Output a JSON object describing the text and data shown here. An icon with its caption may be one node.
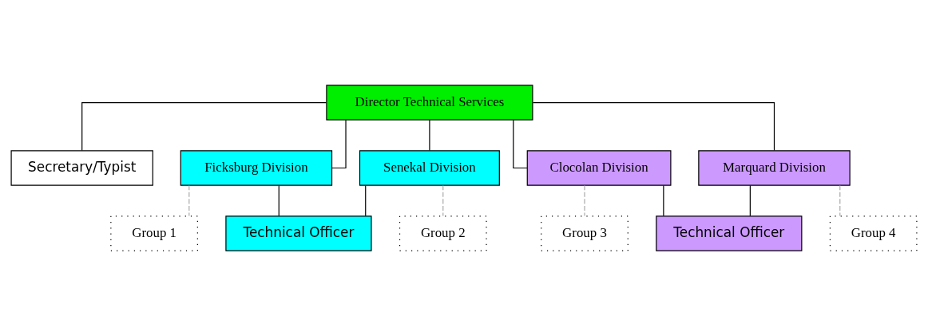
{
  "diagram": {
    "nodes": [
      {
        "text": [
          "Director Technical Services"
        ]
      },
      {
        "text": [
          "Secretary/Typist"
        ]
      },
      {
        "text": [
          "Ficksburg Division"
        ]
      },
      {
        "text": [
          "Senekal Division"
        ]
      },
      {
        "text": [
          "Clocolan Division"
        ]
      },
      {
        "text": [
          "Marquard Division"
        ]
      },
      {
        "text": [
          "Technical Officer"
        ]
      },
      {
        "text": [
          "Technical Officer"
        ]
      },
      {
        "text": [
          "Group 1"
        ]
      },
      {
        "text": [
          "Group 2"
        ]
      },
      {
        "text": [
          "Group 3"
        ]
      },
      {
        "text": [
          "Group 4"
        ]
      }
    ],
    "edges": [
      {
        "from": 0,
        "to": 1,
        "arrow": "none"
      },
      {
        "from": 0,
        "to": 2,
        "arrow": "none"
      },
      {
        "from": 0,
        "to": 3,
        "arrow": "none"
      },
      {
        "from": 0,
        "to": 4,
        "arrow": "none"
      },
      {
        "from": 0,
        "to": 5,
        "arrow": "none"
      },
      {
        "from": 2,
        "to": 6,
        "arrow": "none"
      },
      {
        "from": 3,
        "to": 6,
        "arrow": "none"
      },
      {
        "from": 4,
        "to": 7,
        "arrow": "none"
      },
      {
        "from": 5,
        "to": 7,
        "arrow": "none"
      },
      {
        "from": 2,
        "to": 8,
        "arrow": "none",
        "style": "dashed",
        "color": "#aaaaaa"
      },
      {
        "from": 3,
        "to": 9,
        "arrow": "none",
        "style": "dashed",
        "color": "#aaaaaa"
      },
      {
        "from": 4,
        "to": 10,
        "arrow": "none",
        "style": "dashed",
        "color": "#aaaaaa"
      },
      {
        "from": 5,
        "to": 11,
        "arrow": "none",
        "style": "dashed",
        "color": "#aaaaaa"
      }
    ]
  }
}
